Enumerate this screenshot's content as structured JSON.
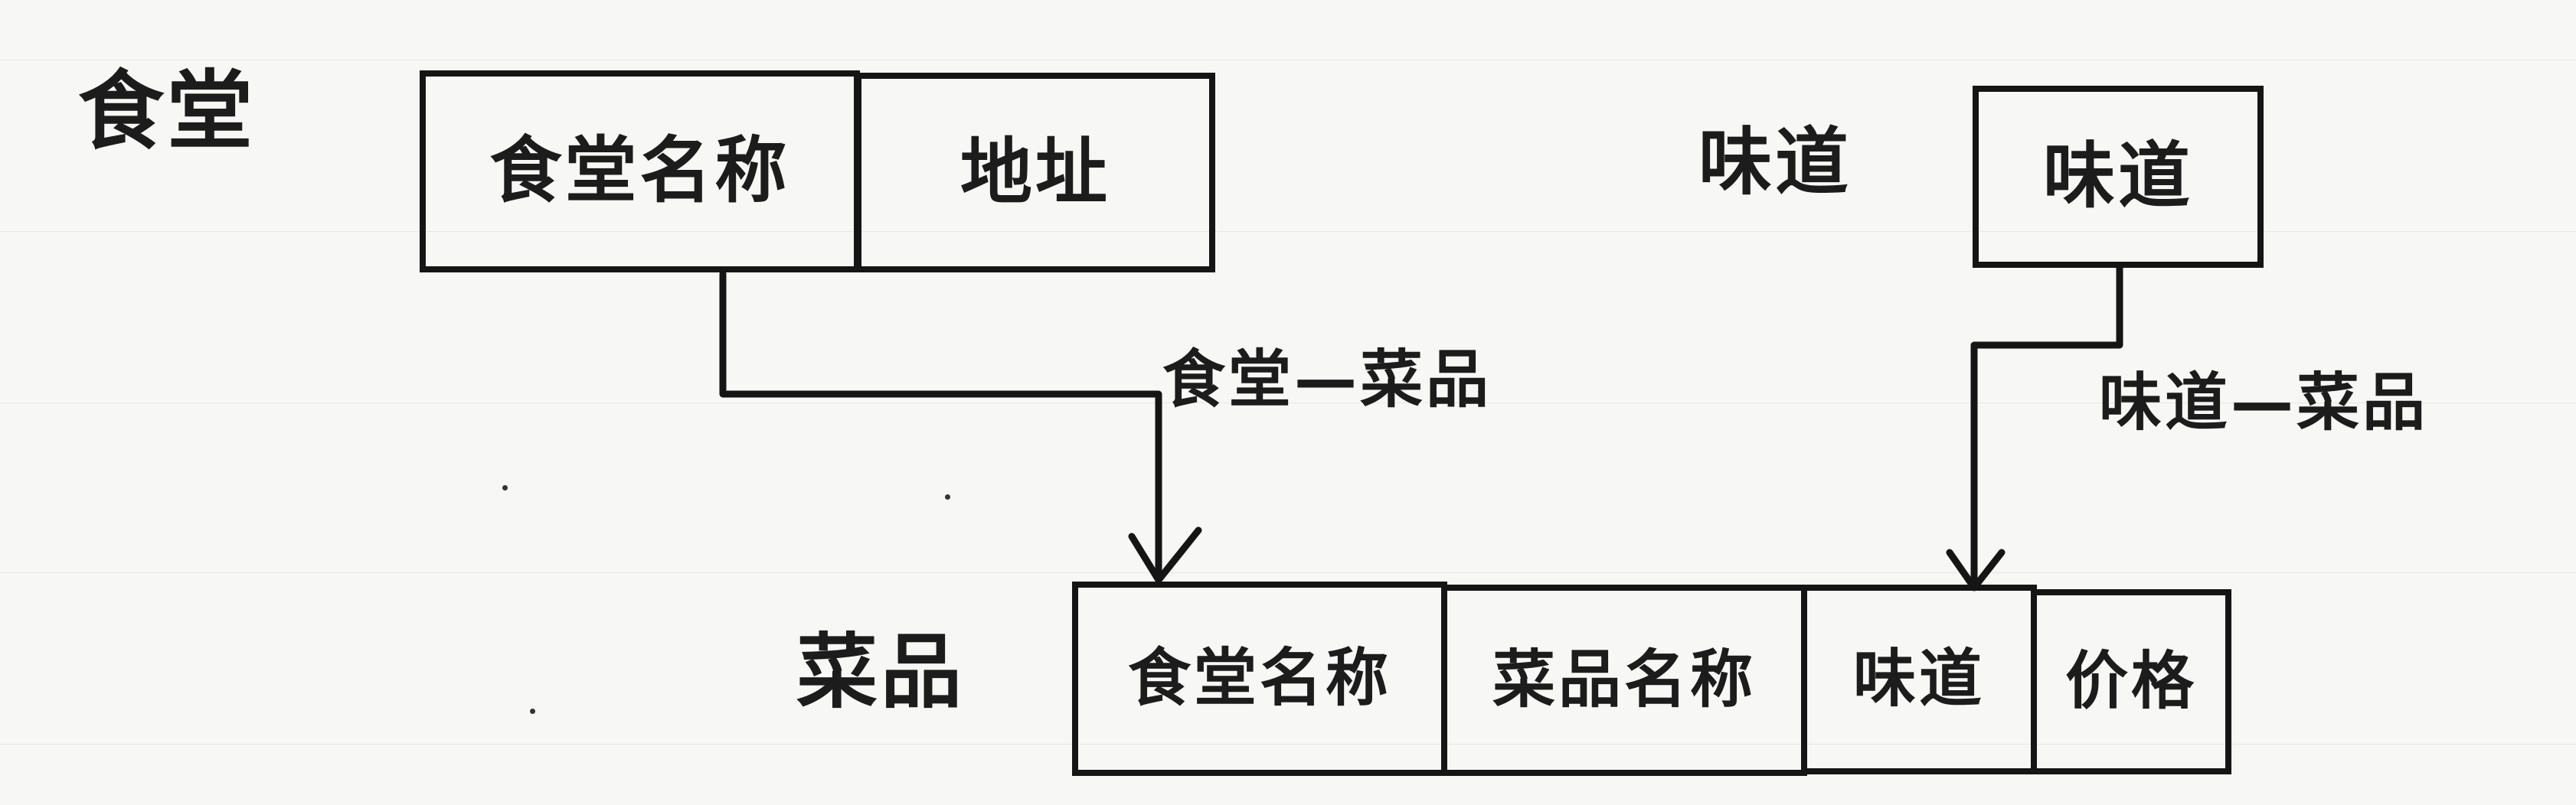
{
  "tables": {
    "canteen": {
      "name": "食堂",
      "fields": [
        "食堂名称",
        "地址"
      ]
    },
    "taste": {
      "name": "味道",
      "fields": [
        "味道"
      ]
    },
    "dish": {
      "name": "菜品",
      "fields": [
        "食堂名称",
        "菜品名称",
        "味道",
        "价格"
      ]
    }
  },
  "relationships": {
    "canteen_dish": "食堂—菜品",
    "taste_dish": "味道—菜品"
  },
  "colors": {
    "ink": "#151515",
    "paper": "#f7f7f5"
  }
}
